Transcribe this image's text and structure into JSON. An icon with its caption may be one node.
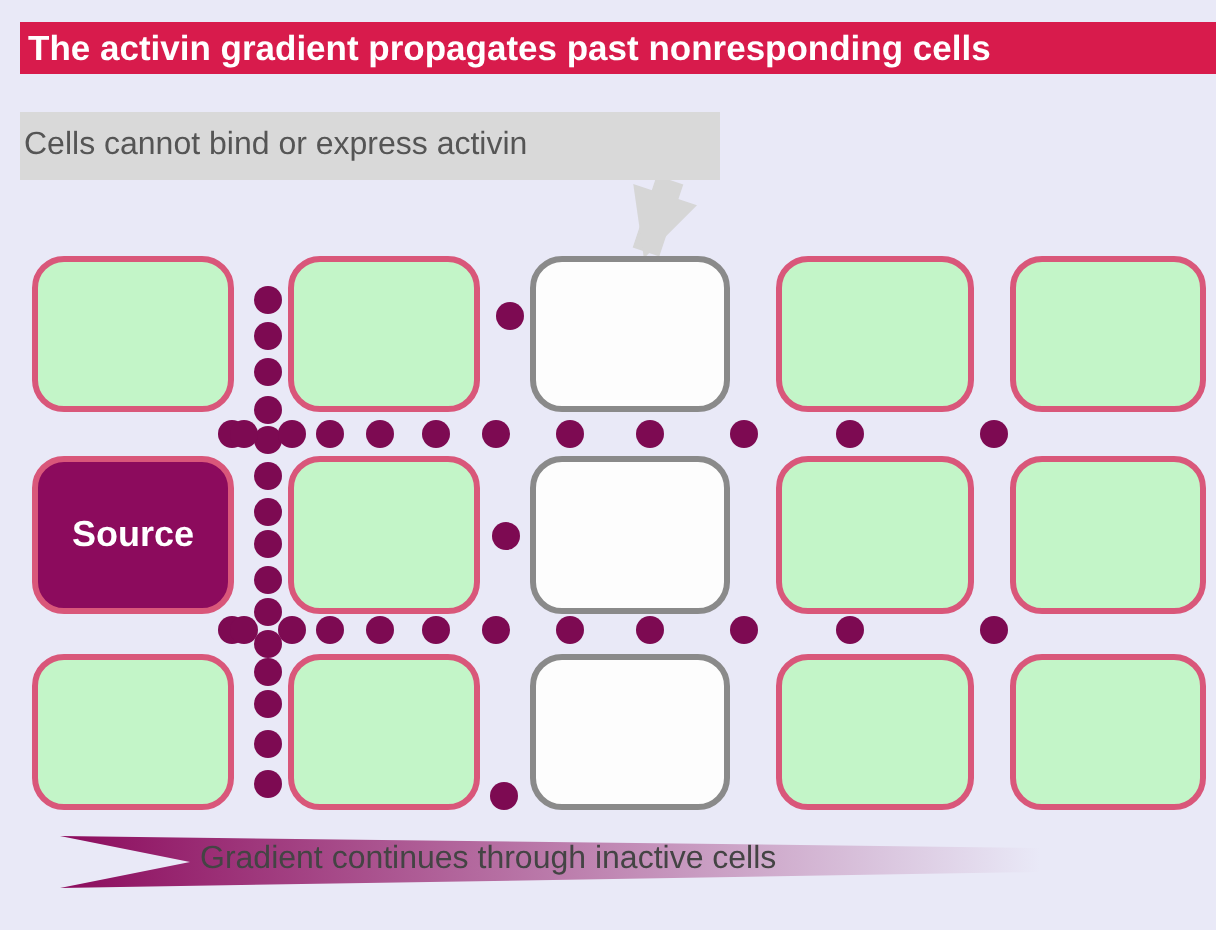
{
  "diagram": {
    "title": "The activin gradient propagates past nonresponding cells",
    "nodes": [
      {
        "text": [
          "Cells cannot bind or express activin"
        ]
      },
      {
        "text": [],
        "shape": "box"
      },
      {
        "text": [],
        "shape": "box"
      },
      {
        "text": [],
        "shape": "box"
      },
      {
        "text": [],
        "shape": "box"
      },
      {
        "text": [],
        "shape": "box"
      },
      {
        "text": [
          "Source"
        ]
      },
      {
        "text": [],
        "shape": "box"
      },
      {
        "text": [],
        "shape": "box"
      },
      {
        "text": [],
        "shape": "box"
      },
      {
        "text": [],
        "shape": "box"
      },
      {
        "text": [],
        "shape": "box"
      },
      {
        "text": [],
        "shape": "box"
      },
      {
        "text": [],
        "shape": "box"
      },
      {
        "text": [],
        "shape": "box"
      },
      {
        "text": [],
        "shape": "box"
      }
    ],
    "edges": [
      {
        "from": 0,
        "to": 3,
        "arrow": "to"
      }
    ],
    "labels": [
      "Gradient continues through inactive cells"
    ]
  }
}
